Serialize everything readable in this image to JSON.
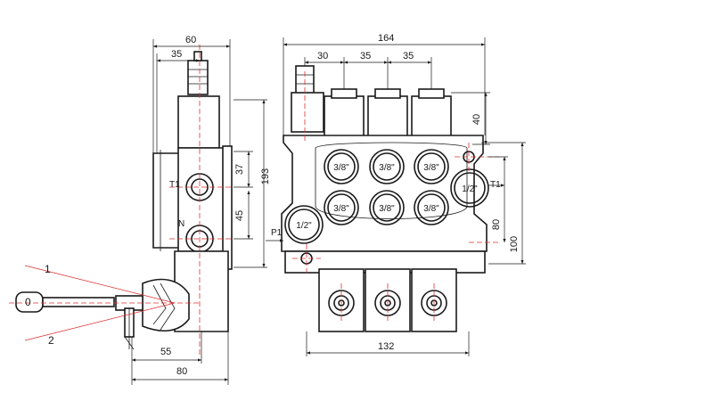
{
  "dimensions": {
    "side_width_60": "60",
    "side_width_35": "35",
    "side_height_37": "37",
    "side_height_45": "45",
    "side_height_193": "193",
    "side_bottom_55": "55",
    "side_bottom_80": "80",
    "front_width_164": "164",
    "front_30": "30",
    "front_35a": "35",
    "front_35b": "35",
    "front_40": "40",
    "front_80": "80",
    "front_100": "100",
    "front_bottom_132": "132"
  },
  "ports": {
    "side_t1": "T1",
    "side_n": "N",
    "front_p1": "P1",
    "front_t1": "T1",
    "inlet_size": "1/2\"",
    "outlet_size": "1/2\"",
    "work_port_size": "3/8\""
  },
  "lever": {
    "position_1": "1",
    "position_0": "0",
    "position_2": "2"
  },
  "colors": {
    "outline": "#1a1a1a",
    "centerline": "#e03030",
    "background": "#ffffff"
  }
}
